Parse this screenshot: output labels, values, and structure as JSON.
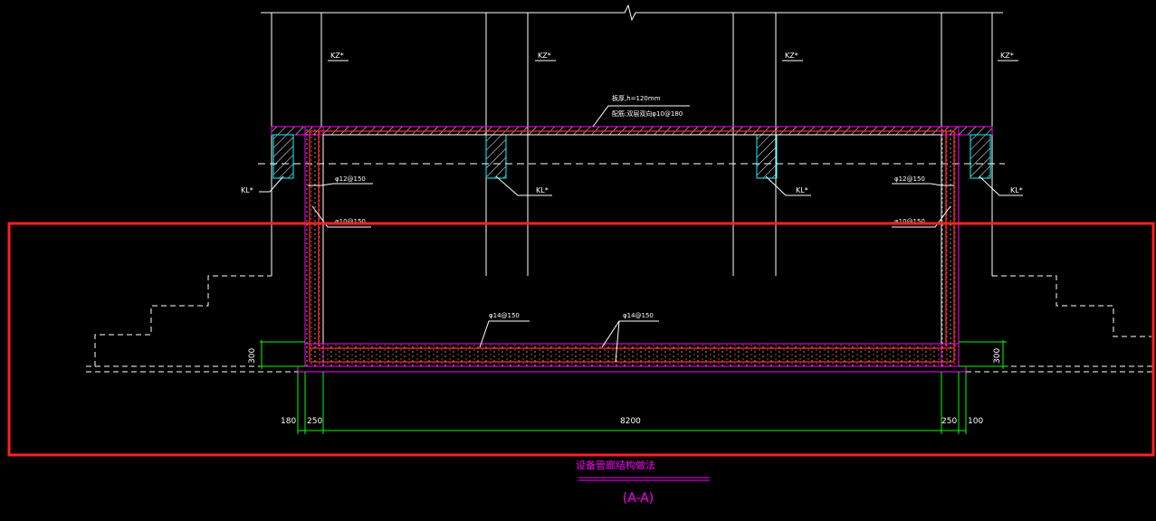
{
  "drawing": {
    "title": "设备管廊结构做法",
    "section": "(A-A)",
    "column_labels": [
      "KZ*",
      "KZ*",
      "KZ*",
      "KZ*"
    ],
    "beam_labels": [
      "KL*",
      "KL*",
      "KL*",
      "KL*"
    ],
    "slab_note": {
      "line1": "板厚,h=120mm",
      "line2": "配筋:双层双向φ10@180"
    },
    "rebar_labels": {
      "wall_left_top": "φ12@150",
      "wall_left_bottom": "φ10@150",
      "wall_right_top": "φ12@150",
      "wall_right_bottom": "φ10@150",
      "base_left": "φ14@150",
      "base_right": "φ14@150"
    },
    "dimensions": {
      "left_offset": "180",
      "left_wall": "250",
      "span": "8200",
      "right_wall": "250",
      "right_offset": "100",
      "base_thickness_left": "300",
      "base_thickness_right": "300"
    },
    "colors": {
      "background": "#000000",
      "lines": "#ffffff",
      "concrete_outline": "#ff00ff",
      "rebar": "#ff3030",
      "dimension": "#00ff00",
      "hatch": "#00ffff",
      "title": "#ff00ff",
      "highlight_box": "#ff2020"
    }
  }
}
